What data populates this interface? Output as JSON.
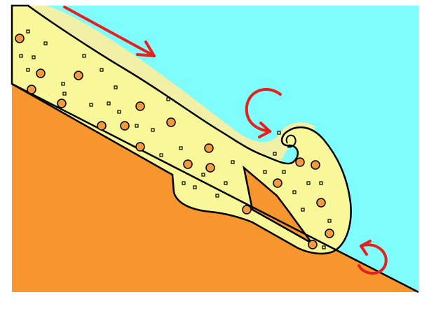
{
  "diagram": {
    "labels": [],
    "colors": {
      "water": "#7ffcfc",
      "slope": "#f7952f",
      "flow_body": "#f8f89a",
      "flow_spray": "#f2f0a6",
      "clast": "#f29a3c",
      "outline": "#000000",
      "arrow": "#e8201c"
    },
    "elements": {
      "flow_direction": "red-arrow-down-slope",
      "head_rotation": "red-curved-arrow-into-head",
      "toe_rotation": "red-curved-arrow-at-toe",
      "clasts": "orange-circles-and-small-squares-in-flow",
      "wedge": "orange-wedge-under-head"
    }
  }
}
